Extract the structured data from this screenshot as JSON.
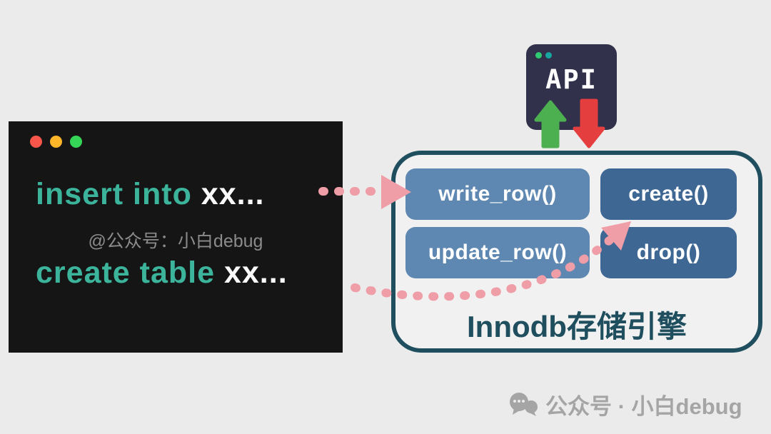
{
  "colors": {
    "background": "#ebebeb",
    "terminal_bg": "#151515",
    "keyword_teal": "#3cb49c",
    "terminal_text": "#fafafa",
    "terminal_watermark_gray": "#8b8b8b",
    "engine_border_teal": "#1f4e5e",
    "button_light_blue": "#5e88b1",
    "button_dark_blue": "#3e6794",
    "flow_arrow_pink": "#ef9da6",
    "api_window_navy": "#31314b",
    "api_up_arrow_green": "#4caf50",
    "api_down_arrow_red": "#e53e3e",
    "footer_gray": "#a5a5a5"
  },
  "terminal": {
    "dot_colors": [
      "#f9564b",
      "#fdb52a",
      "#35d657"
    ],
    "line1_keyword": "insert into",
    "line1_rest": " xx...",
    "watermark": "@公众号：小白debug",
    "line2_keyword": "create table",
    "line2_rest": " xx..."
  },
  "api_window": {
    "label": "API"
  },
  "engine_box": {
    "title": "Innodb存储引擎",
    "buttons": [
      {
        "label": "write_row()"
      },
      {
        "label": "create()"
      },
      {
        "label": "update_row()"
      },
      {
        "label": "drop()"
      }
    ]
  },
  "footer": {
    "watermark": "公众号 · 小白debug"
  }
}
